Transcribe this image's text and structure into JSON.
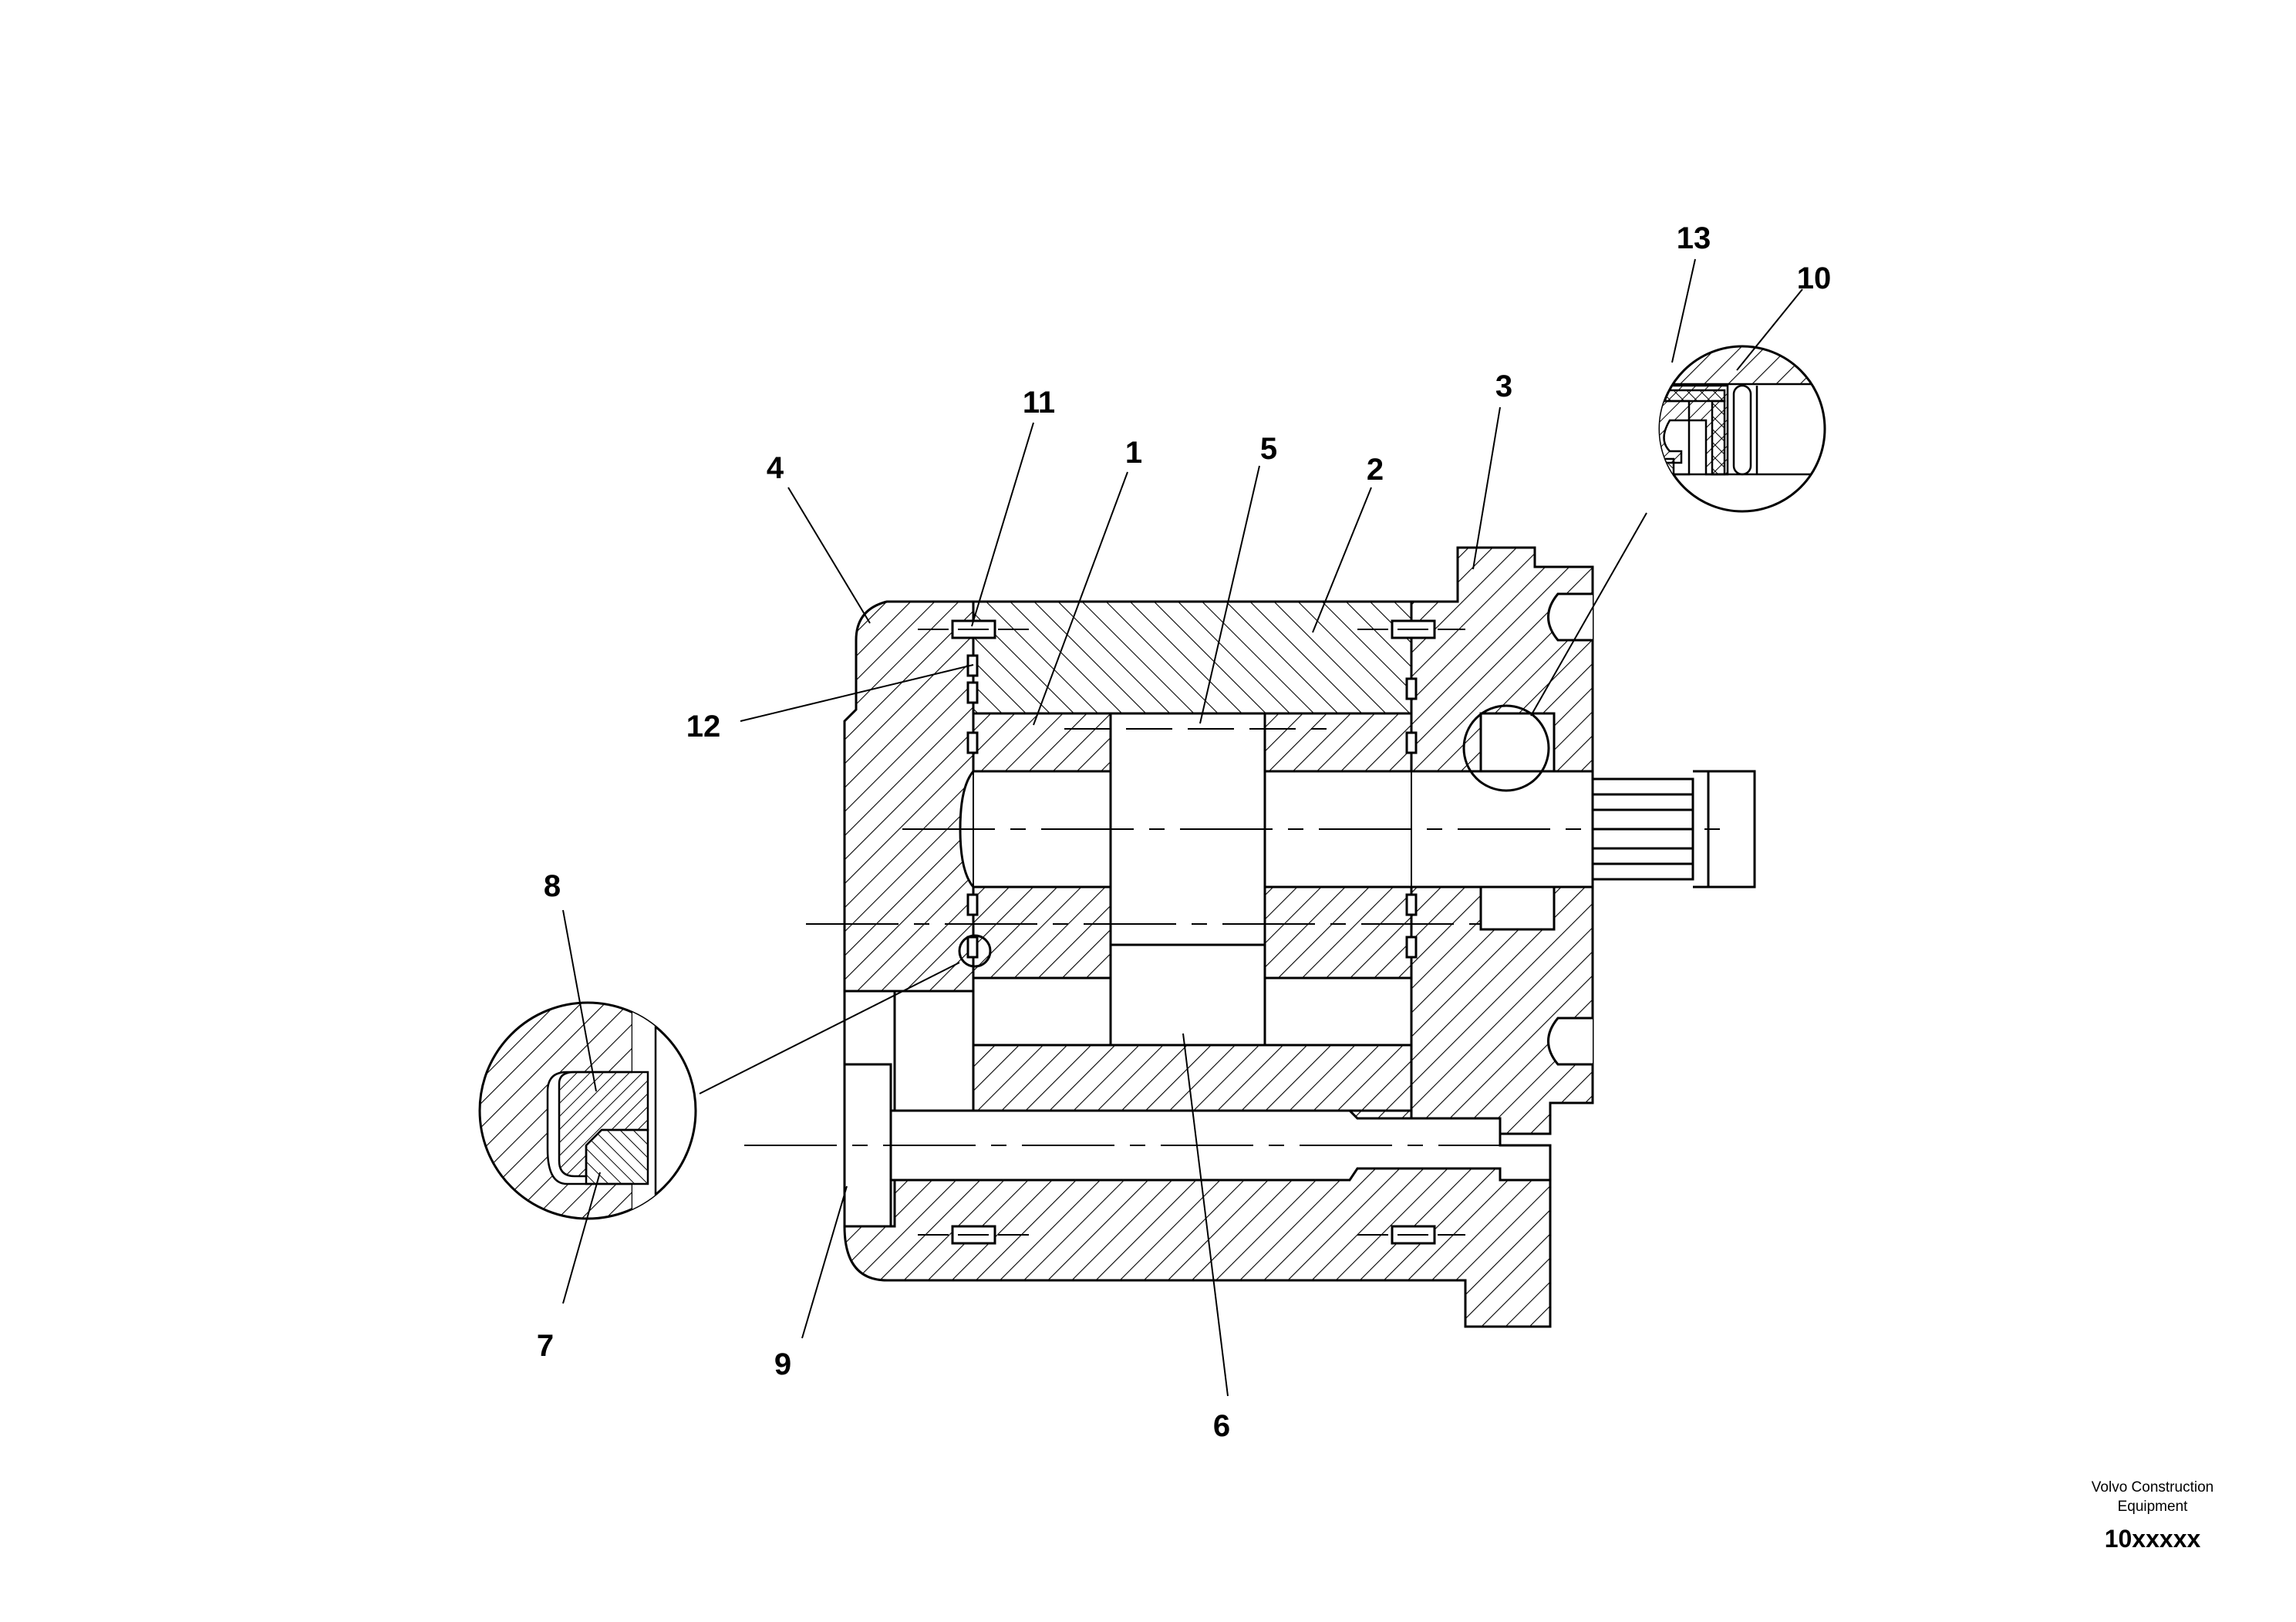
{
  "callouts": [
    {
      "id": "c4",
      "label": "4"
    },
    {
      "id": "c11",
      "label": "11"
    },
    {
      "id": "c1",
      "label": "1"
    },
    {
      "id": "c5",
      "label": "5"
    },
    {
      "id": "c2",
      "label": "2"
    },
    {
      "id": "c3",
      "label": "3"
    },
    {
      "id": "c13",
      "label": "13"
    },
    {
      "id": "c10",
      "label": "10"
    },
    {
      "id": "c12",
      "label": "12"
    },
    {
      "id": "c8",
      "label": "8"
    },
    {
      "id": "c7",
      "label": "7"
    },
    {
      "id": "c9",
      "label": "9"
    },
    {
      "id": "c6",
      "label": "6"
    }
  ],
  "credit": {
    "line1": "Volvo Construction",
    "line2": "Equipment",
    "code": "10xxxxx"
  }
}
